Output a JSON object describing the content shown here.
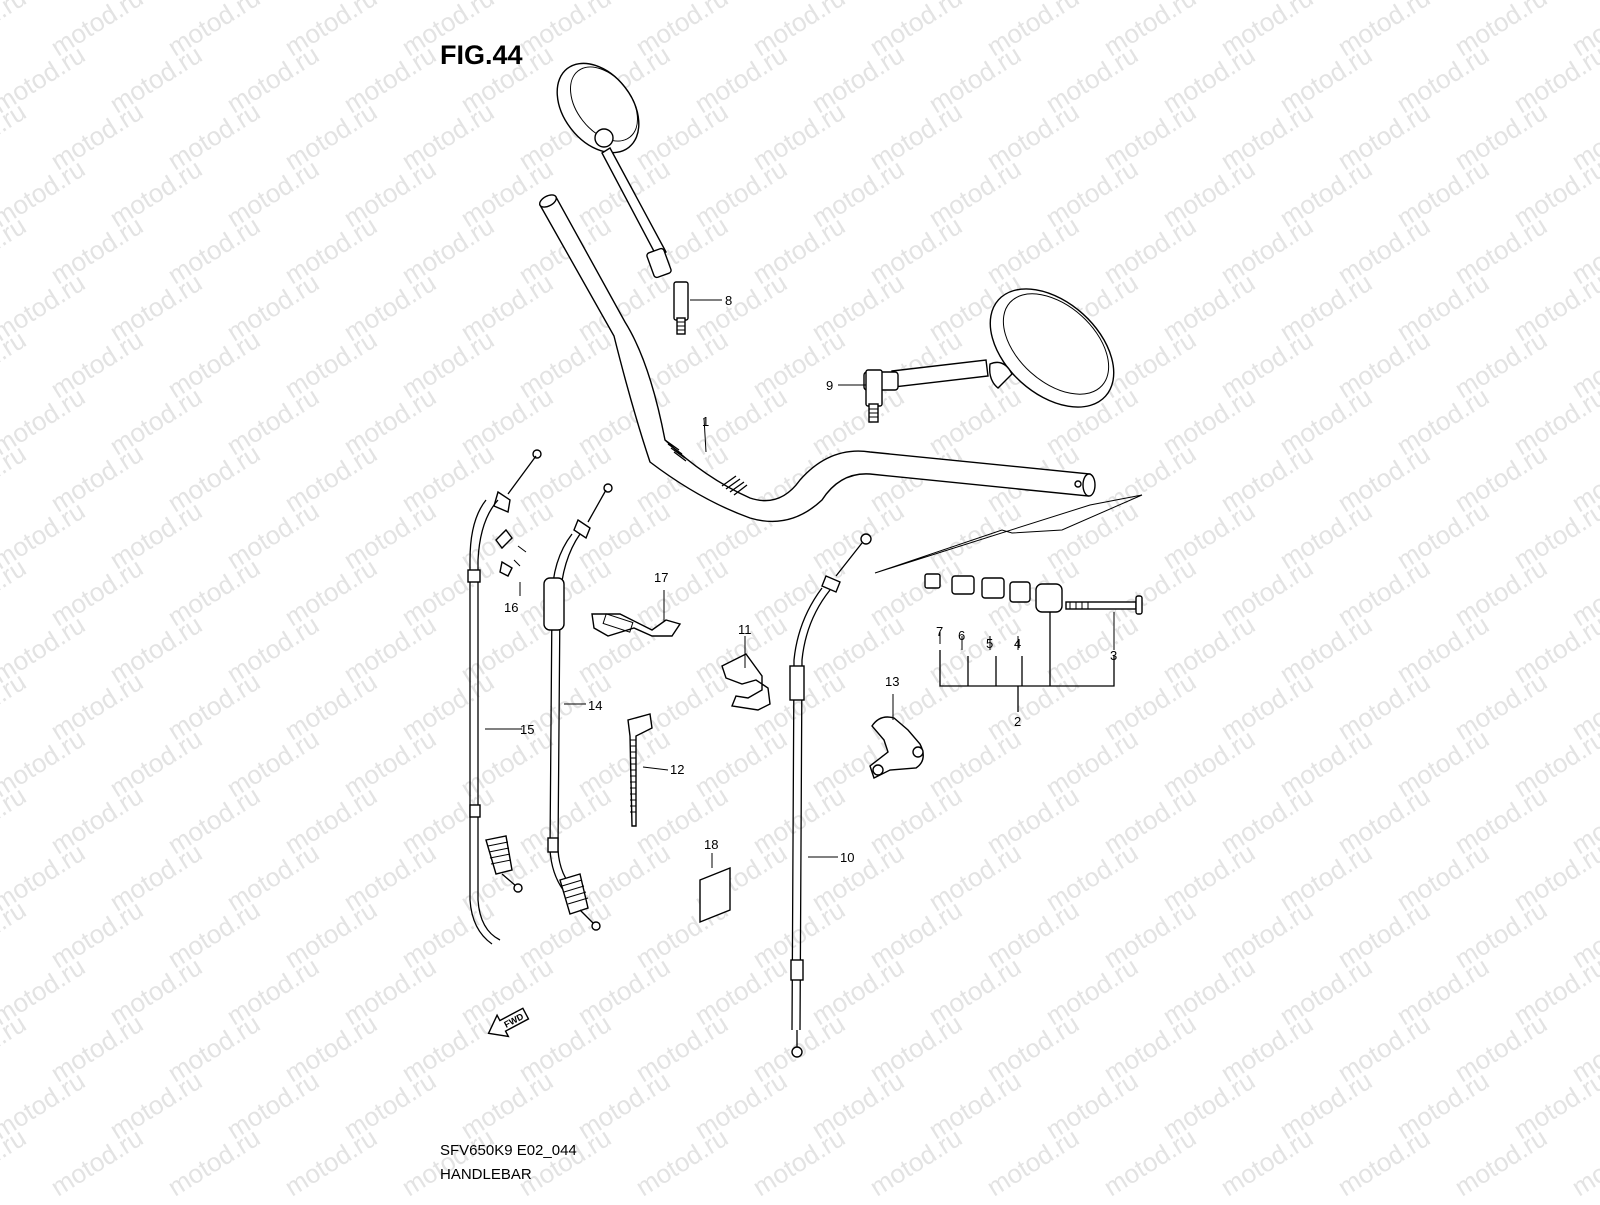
{
  "figure": {
    "title": "FIG.44",
    "code": "SFV650K9 E02_044",
    "name": "HANDLEBAR"
  },
  "watermark_text": "motod.ru",
  "fwd_label": "FWD",
  "callouts": [
    "1",
    "2",
    "3",
    "4",
    "5",
    "6",
    "7",
    "8",
    "9",
    "10",
    "11",
    "12",
    "13",
    "14",
    "15",
    "16",
    "17",
    "18"
  ],
  "colors": {
    "ink": "#000000",
    "watermark": "#e3e3e3",
    "background": "#ffffff"
  }
}
